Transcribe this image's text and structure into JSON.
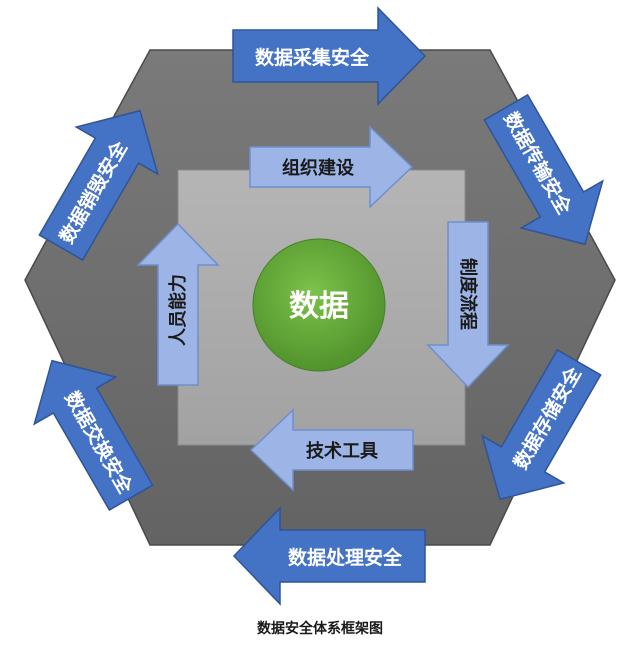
{
  "center": {
    "label": "数据"
  },
  "outer_cycle": [
    {
      "label": "数据采集安全"
    },
    {
      "label": "数据传输安全"
    },
    {
      "label": "数据存储安全"
    },
    {
      "label": "数据处理安全"
    },
    {
      "label": "数据交换安全"
    },
    {
      "label": "数据销毁安全"
    }
  ],
  "inner_cycle": [
    {
      "label": "组织建设"
    },
    {
      "label": "制度流程"
    },
    {
      "label": "技术工具"
    },
    {
      "label": "人员能力"
    }
  ],
  "caption": "数据安全体系框架图",
  "colors": {
    "outer_arrow": "#4472C4",
    "inner_arrow": "#9DB5E6",
    "hexagon": "#6E6E6E",
    "square": "#A9A9A9",
    "center_circle": "#5CA033"
  }
}
